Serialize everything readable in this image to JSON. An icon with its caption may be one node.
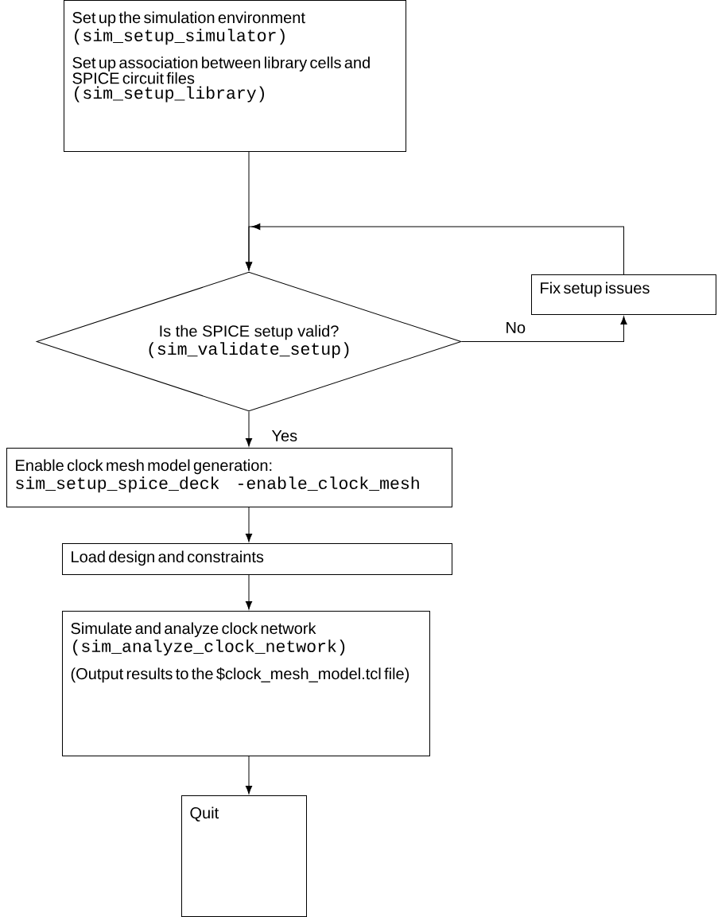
{
  "diagram": {
    "nodes": [
      {
        "text": [
          "Set up the simulation environment",
          "(sim_setup_simulator)",
          "Set up association between library cells and SPICE circuit files",
          "(sim_setup_library)"
        ]
      },
      {
        "text": [
          "Is the SPICE setup valid?",
          "(sim_validate_setup)"
        ]
      },
      {
        "text": [
          "Fix setup issues"
        ]
      },
      {
        "text": [
          "Enable clock mesh model generation:",
          "sim_setup_spice_deck -enable_clock_mesh"
        ]
      },
      {
        "text": [
          "Load design and constraints"
        ]
      },
      {
        "text": [
          "Simulate and analyze clock network",
          "(sim_analyze_clock_network)",
          "(Output results to the $clock_mesh_model.tcl file)"
        ]
      },
      {
        "text": [
          "Quit"
        ]
      }
    ],
    "edges": [
      {
        "from": 0,
        "to": 1,
        "arrow": "to"
      },
      {
        "from": 1,
        "to": 2,
        "arrow": "to",
        "label": "No"
      },
      {
        "from": 2,
        "to": 1,
        "arrow": "to"
      },
      {
        "from": 1,
        "to": 3,
        "arrow": "to",
        "label": "Yes"
      },
      {
        "from": 3,
        "to": 4,
        "arrow": "to"
      },
      {
        "from": 4,
        "to": 5,
        "arrow": "to"
      },
      {
        "from": 5,
        "to": 6,
        "arrow": "to"
      }
    ]
  }
}
